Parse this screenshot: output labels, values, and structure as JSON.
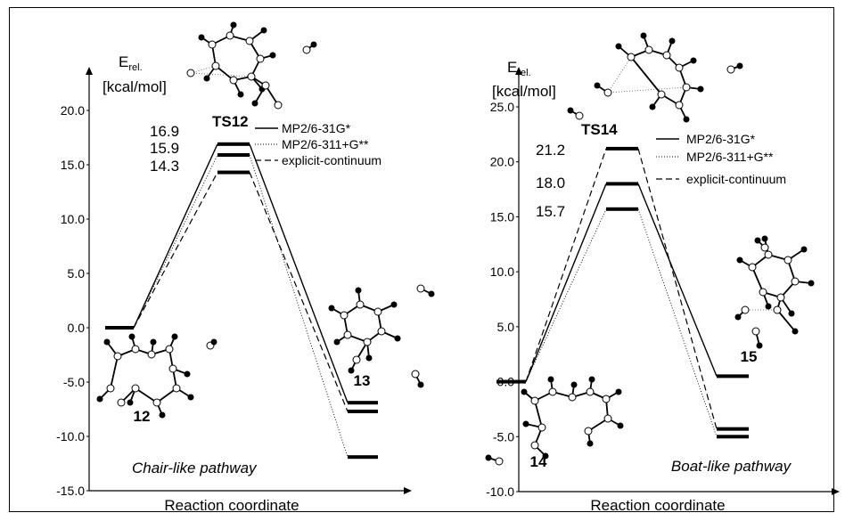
{
  "chart_data": [
    {
      "type": "line",
      "ylabel": "E",
      "ylabel_sub": "rel.",
      "ylabel_unit": "[kcal/mol]",
      "xlabel": "Reaction coordinate",
      "ylim": [
        -15,
        20
      ],
      "yticks": [
        20,
        15,
        10,
        5,
        0,
        -5,
        -10,
        -15
      ],
      "ytick_labels": [
        "20.0",
        "15.0",
        "10.0",
        "5.0",
        "0.0",
        "-5.0",
        "-10.0",
        "-15.0"
      ],
      "pathway_label": "Chair-like pathway",
      "states": [
        {
          "label": "12"
        },
        {
          "label": "TS12"
        },
        {
          "label": "13"
        }
      ],
      "series": [
        {
          "name": "MP2/6-31G*",
          "style": "solid",
          "values": [
            0.0,
            16.9,
            -6.9
          ]
        },
        {
          "name": "MP2/6-311+G**",
          "style": "dotted",
          "values": [
            0.0,
            15.9,
            -11.9
          ]
        },
        {
          "name": "explicit-continuum",
          "style": "dashed",
          "values": [
            0.0,
            14.3,
            -7.7
          ]
        }
      ],
      "ts_labels": [
        "16.9",
        "15.9",
        "14.3"
      ]
    },
    {
      "type": "line",
      "ylabel": "E",
      "ylabel_sub": "rel.",
      "ylabel_unit": "[kcal/mol]",
      "xlabel": "Reaction coordinate",
      "ylim": [
        -10,
        25
      ],
      "yticks": [
        25,
        20,
        15,
        10,
        5,
        0,
        -5,
        -10
      ],
      "ytick_labels": [
        "25.0",
        "20.0",
        "15.0",
        "10.0",
        "5.0",
        "0.0",
        "-5.0",
        "-10.0"
      ],
      "pathway_label": "Boat-like pathway",
      "states": [
        {
          "label": "14"
        },
        {
          "label": "TS14"
        },
        {
          "label": "15"
        }
      ],
      "series": [
        {
          "name": "MP2/6-31G*",
          "style": "solid",
          "values": [
            0.0,
            18.0,
            0.5
          ]
        },
        {
          "name": "MP2/6-311+G**",
          "style": "dotted",
          "values": [
            0.0,
            15.7,
            -5.0
          ]
        },
        {
          "name": "explicit-continuum",
          "style": "dashed",
          "values": [
            0.0,
            21.2,
            -4.3
          ]
        }
      ],
      "ts_labels": [
        "21.2",
        "18.0",
        "15.7"
      ]
    }
  ]
}
